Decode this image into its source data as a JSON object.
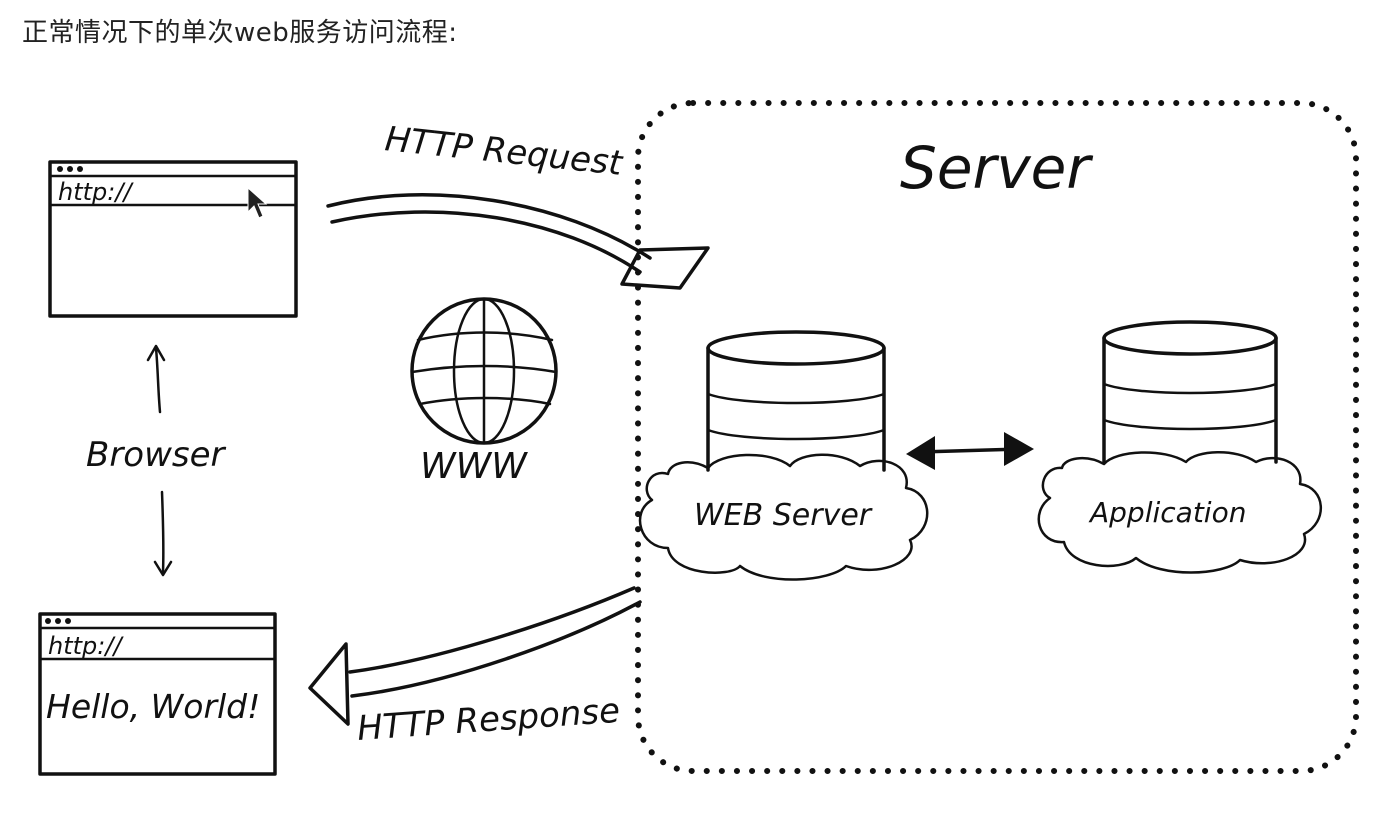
{
  "heading": "正常情况下的单次web服务访问流程:",
  "diagram": {
    "server_title": "Server",
    "http_request": "HTTP Request",
    "http_response": "HTTP Response",
    "browser_label": "Browser",
    "www_label": "WWW",
    "web_server_label": "WEB Server",
    "application_label": "Application",
    "top_browser_url": "http://",
    "bottom_browser_url": "http://",
    "bottom_browser_content": "Hello, World!"
  }
}
